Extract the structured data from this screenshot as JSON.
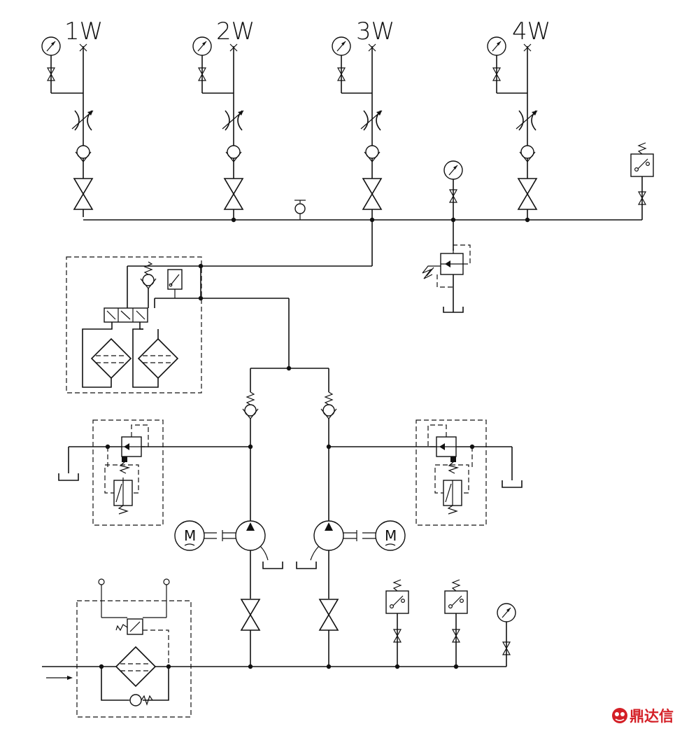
{
  "outlets": [
    {
      "label": "1W"
    },
    {
      "label": "2W"
    },
    {
      "label": "3W"
    },
    {
      "label": "4W"
    }
  ],
  "motor_label": "M",
  "watermark": {
    "text": "鼎达信",
    "color": "#d41f26"
  }
}
